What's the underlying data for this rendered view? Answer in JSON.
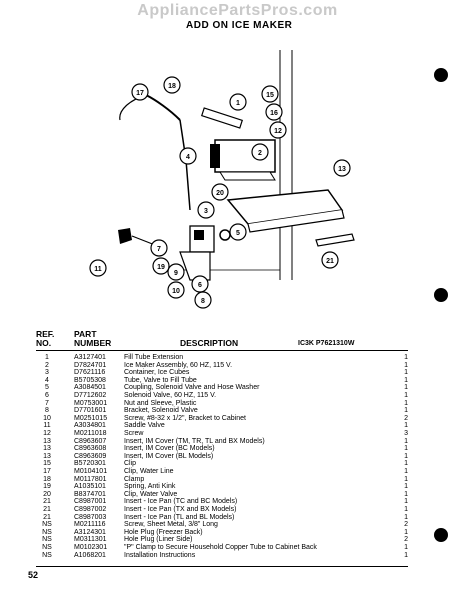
{
  "watermark": "AppliancePartsPros.com",
  "diagram_title": "ADD ON ICE MAKER",
  "callouts": [
    "1",
    "2",
    "3",
    "4",
    "5",
    "6",
    "7",
    "8",
    "9",
    "10",
    "11",
    "12",
    "13",
    "15",
    "16",
    "17",
    "18",
    "19",
    "20",
    "21"
  ],
  "headers": {
    "ref_line1": "REF.",
    "ref_line2": "NO.",
    "part_line1": "PART",
    "part_line2": "NUMBER",
    "description": "DESCRIPTION",
    "model": "IC3K  P7621310W"
  },
  "parts": [
    {
      "ref": "1",
      "part": "A3127401",
      "desc": "Fill Tube Extension",
      "qty": "1"
    },
    {
      "ref": "2",
      "part": "D7824701",
      "desc": "Ice Maker Assembly, 60 HZ, 115 V.",
      "qty": "1"
    },
    {
      "ref": "3",
      "part": "D7621116",
      "desc": "Container, Ice Cubes",
      "qty": "1"
    },
    {
      "ref": "4",
      "part": "B5705308",
      "desc": "Tube, Valve to Fill Tube",
      "qty": "1"
    },
    {
      "ref": "5",
      "part": "A3084501",
      "desc": "Coupling, Solenoid Valve and Hose Washer",
      "qty": "1"
    },
    {
      "ref": "6",
      "part": "D7712602",
      "desc": "Solenoid Valve, 60 HZ, 115 V.",
      "qty": "1"
    },
    {
      "ref": "7",
      "part": "M0753001",
      "desc": "Nut and Sleeve, Plastic",
      "qty": "1"
    },
    {
      "ref": "8",
      "part": "D7701601",
      "desc": "Bracket, Solenoid Valve",
      "qty": "1"
    },
    {
      "ref": "10",
      "part": "M0251015",
      "desc": "Screw, #8-32 x 1/2\", Bracket to Cabinet",
      "qty": "2"
    },
    {
      "ref": "11",
      "part": "A3034801",
      "desc": "Saddle Valve",
      "qty": "1"
    },
    {
      "ref": "12",
      "part": "M0211018",
      "desc": "Screw",
      "qty": "3"
    },
    {
      "ref": "13",
      "part": "C8963607",
      "desc": "Insert, IM Cover (TM, TR, TL and BX Models)",
      "qty": "1"
    },
    {
      "ref": "13",
      "part": "C8963608",
      "desc": "Insert, IM Cover (BC Models)",
      "qty": "1"
    },
    {
      "ref": "13",
      "part": "C8963609",
      "desc": "Insert, IM Cover (BL Models)",
      "qty": "1"
    },
    {
      "ref": "15",
      "part": "B5720301",
      "desc": "Clip",
      "qty": "1"
    },
    {
      "ref": "17",
      "part": "M0104101",
      "desc": "Clip, Water Line",
      "qty": "1"
    },
    {
      "ref": "18",
      "part": "M0117801",
      "desc": "Clamp",
      "qty": "1"
    },
    {
      "ref": "19",
      "part": "A1035101",
      "desc": "Spring, Anti Kink",
      "qty": "1"
    },
    {
      "ref": "20",
      "part": "B8374701",
      "desc": "Clip, Water Valve",
      "qty": "1"
    },
    {
      "ref": "21",
      "part": "C8987001",
      "desc": "Insert - Ice Pan (TC and BC Models)",
      "qty": "1"
    },
    {
      "ref": "21",
      "part": "C8987002",
      "desc": "Insert - Ice Pan (TX and BX Models)",
      "qty": "1"
    },
    {
      "ref": "21",
      "part": "C8987003",
      "desc": "Insert - Ice Pan (TL and BL Models)",
      "qty": "1"
    },
    {
      "ref": "NS",
      "part": "M0211116",
      "desc": "Screw, Sheet Metal, 3/8\" Long",
      "qty": "2"
    },
    {
      "ref": "NS",
      "part": "A3124301",
      "desc": "Hole Plug (Freezer Back)",
      "qty": "1"
    },
    {
      "ref": "NS",
      "part": "M0311301",
      "desc": "Hole Plug (Liner Side)",
      "qty": "2"
    },
    {
      "ref": "NS",
      "part": "M0102301",
      "desc": "\"P\" Clamp to Secure Household Copper Tube to Cabinet Back",
      "qty": "1"
    },
    {
      "ref": "NS",
      "part": "A1068201",
      "desc": "Installation Instructions",
      "qty": "1"
    }
  ],
  "page_number": "52"
}
